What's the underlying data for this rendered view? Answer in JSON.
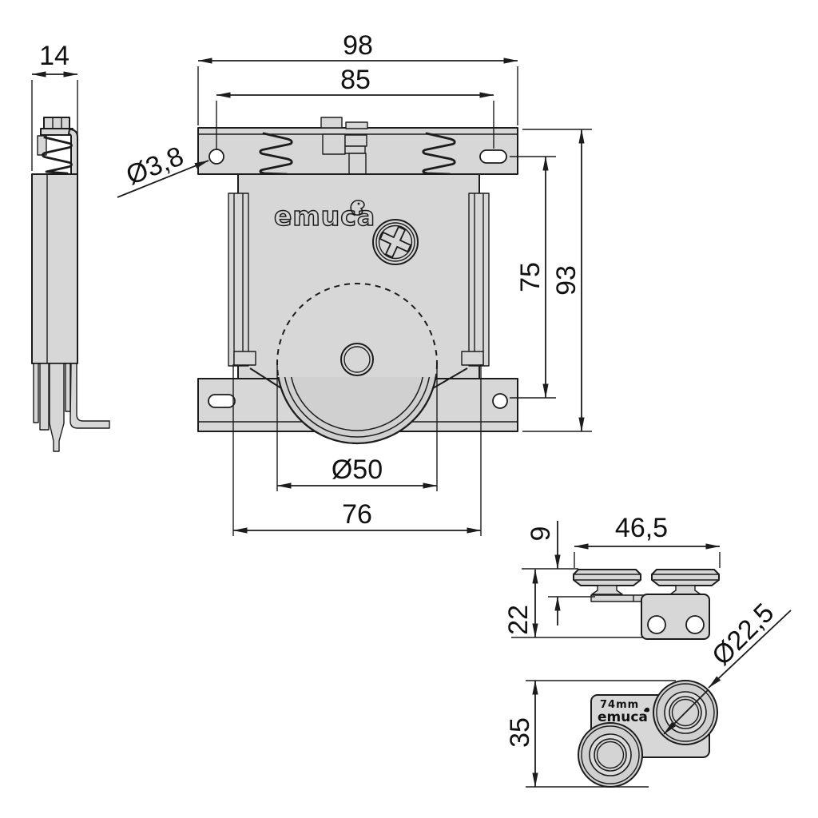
{
  "drawing": {
    "brand": "emuca",
    "side_view": {
      "dim_width": "14"
    },
    "front_view": {
      "dim_total_width": "98",
      "dim_hole_spacing": "85",
      "dim_hole_diameter": "Ø3,8",
      "dim_center_height": "75",
      "dim_total_height": "93",
      "dim_wheel_diameter": "Ø50",
      "dim_base_width": "76",
      "logo": "emuca"
    },
    "trolley_top_view": {
      "dim_width": "46,5",
      "dim_wheel_offset": "9",
      "dim_height": "22"
    },
    "trolley_side_view": {
      "dim_height": "35",
      "dim_wheel_diameter": "Ø22,5",
      "label_size": "74mm",
      "label_brand": "emuca"
    }
  }
}
